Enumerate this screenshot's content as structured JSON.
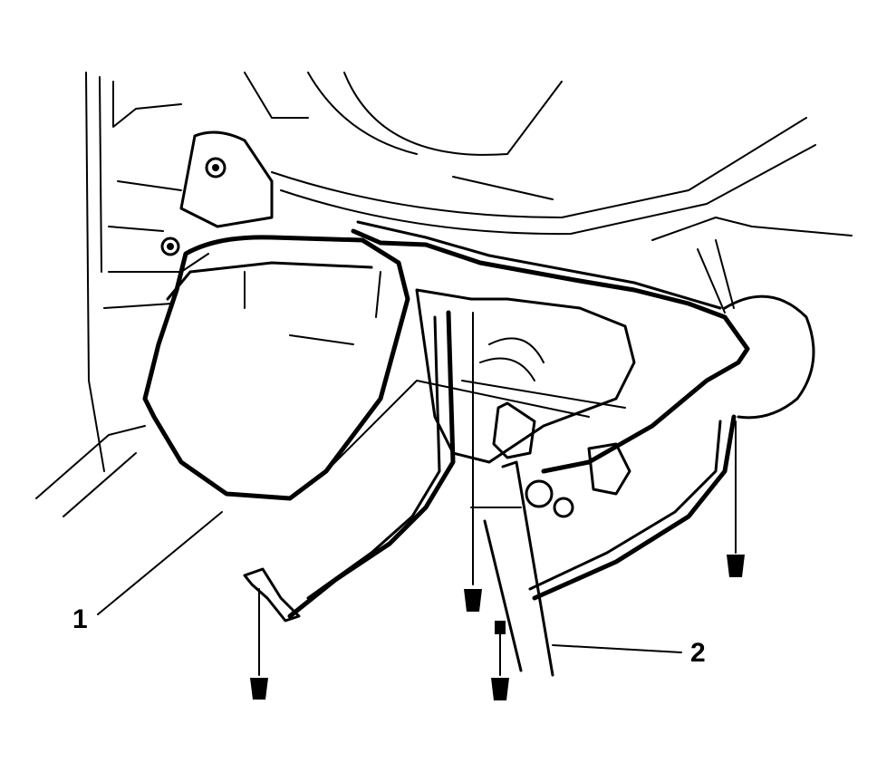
{
  "diagram": {
    "callouts": [
      {
        "id": "1",
        "label": "1"
      },
      {
        "id": "2",
        "label": "2"
      }
    ],
    "line_color": "#000000",
    "background_color": "#ffffff"
  }
}
